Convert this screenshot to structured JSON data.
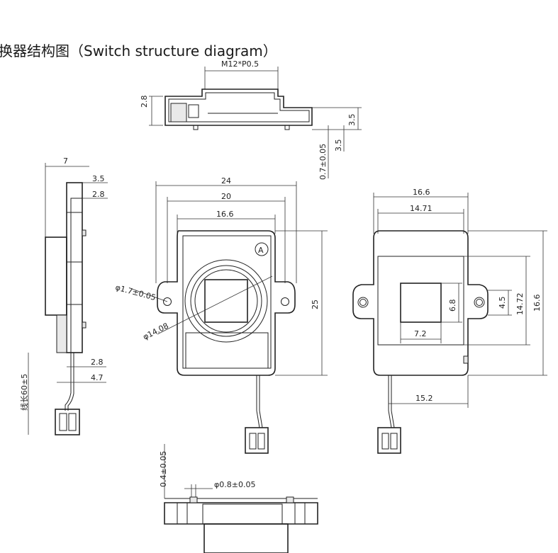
{
  "title": "换器结构图（Switch structure diagram）",
  "labels": {
    "thread": "M12*P0.5",
    "top_h": "2.8",
    "top_r1": "3.5",
    "top_r2": "3.5",
    "top_r3": "0.7±0.05",
    "side_w": "7",
    "side_a": "3.5",
    "side_b": "2.8",
    "side_c": "2.8",
    "side_d": "4.7",
    "wire": "线长60±5",
    "front_24": "24",
    "front_20": "20",
    "front_166": "16.6",
    "front_circle": "A",
    "front_hole": "φ1.7±0.05",
    "front_dia": "φ14.08",
    "front_25": "25",
    "back_166": "16.6",
    "back_1471": "14.71",
    "back_68": "6.8",
    "back_45": "4.5",
    "back_1472": "14.72",
    "back_166v": "16.6",
    "back_72": "7.2",
    "back_152": "15.2",
    "bottom_a": "0.4±0.05",
    "bottom_b": "φ0.8±0.05"
  }
}
